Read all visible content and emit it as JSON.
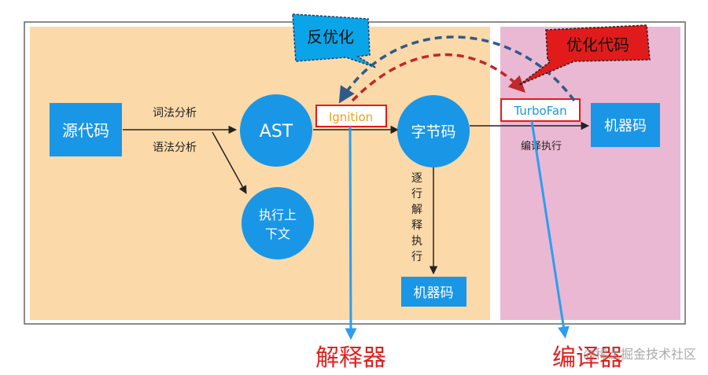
{
  "nodes": {
    "source": "源代码",
    "ast": "AST",
    "context_line1": "执行上",
    "context_line2": "下文",
    "ignition": "Ignition",
    "bytecode": "字节码",
    "machine_code_bottom": "机器码",
    "turbofan": "TurboFan",
    "machine_code_right": "机器码"
  },
  "edges": {
    "lexical": "词法分析",
    "syntax": "语法分析",
    "interpret_vertical": [
      "逐",
      "行",
      "解",
      "释",
      "执",
      "行"
    ],
    "compile": "编译执行"
  },
  "callouts": {
    "deopt": "反优化",
    "optimize": "优化代码"
  },
  "labels": {
    "interpreter": "解释器",
    "compiler": "编译器"
  },
  "watermark": "@稀土掘金技术社区",
  "colors": {
    "interpreter_bg": "#fbd9a9",
    "compiler_bg": "#eab8d3",
    "node_blue": "#1a96e6",
    "deopt_arrow": "#2f5b88",
    "optimize_arrow": "#c0282a",
    "callout_blue": "#0aa5e8",
    "callout_red": "#e11b1b",
    "ignition_text": "#f0a019",
    "turbofan_text": "#1a96e6",
    "label_red": "#e02020"
  }
}
